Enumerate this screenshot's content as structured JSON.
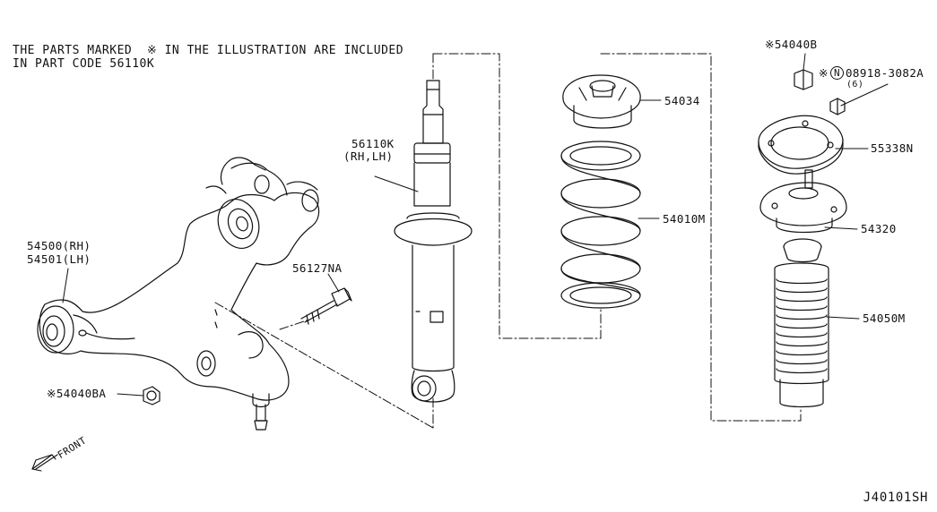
{
  "note": {
    "line1": "THE PARTS MARKED  ※ IN THE ILLUSTRATION ARE INCLUDED",
    "line2": "IN PART CODE 56110K"
  },
  "labels": {
    "p54500": "54500(RH)",
    "p54501": "54501(LH)",
    "p56127": "56127NA",
    "p54040ba": "※54040BA",
    "p56110k": "56110K",
    "p56110k_side": "(RH,LH)",
    "p54034": "54034",
    "p54010m": "54010M",
    "p54040b": "※54040B",
    "p08918_mark": "※",
    "p08918_circle": "N",
    "p08918": "08918-3082A",
    "p08918_qty": "(6)",
    "p55338n": "55338N",
    "p54320": "54320",
    "p54050m": "54050M",
    "front": "FRONT"
  },
  "drawing_ref": "J40101SH"
}
